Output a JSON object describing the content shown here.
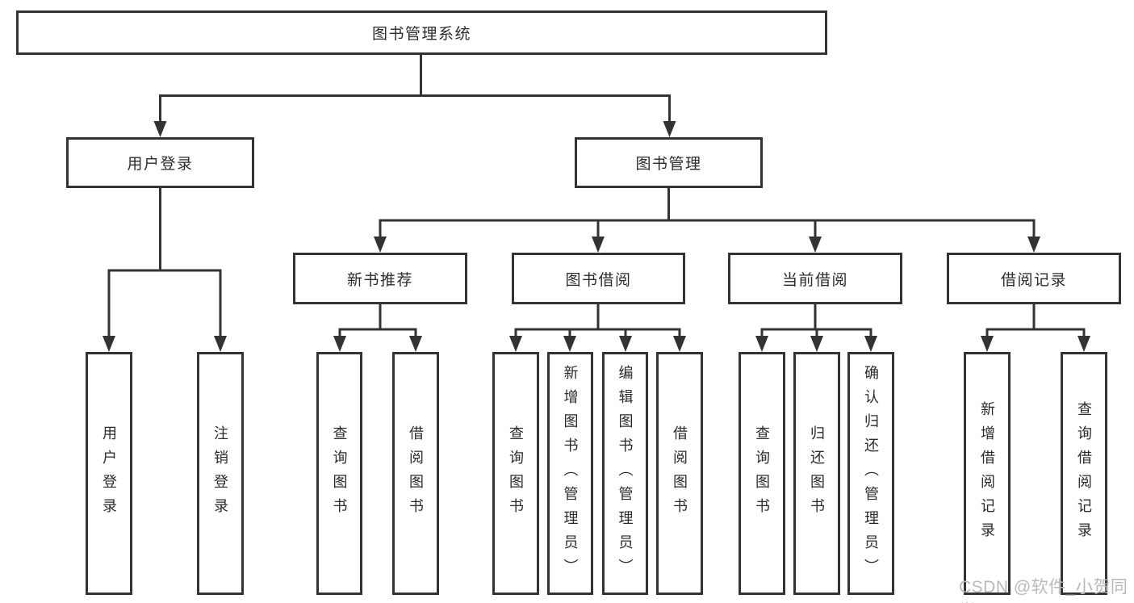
{
  "diagram": {
    "root": {
      "label": "图书管理系统"
    },
    "level2": [
      {
        "label": "用户登录"
      },
      {
        "label": "图书管理"
      }
    ],
    "level3": [
      {
        "label": "新书推荐",
        "parent": "图书管理"
      },
      {
        "label": "图书借阅",
        "parent": "图书管理"
      },
      {
        "label": "当前借阅",
        "parent": "图书管理"
      },
      {
        "label": "借阅记录",
        "parent": "图书管理"
      }
    ],
    "level4": [
      {
        "label": "用户登录",
        "parent": "用户登录"
      },
      {
        "label": "注销登录",
        "parent": "用户登录"
      },
      {
        "label": "查询图书",
        "parent": "新书推荐"
      },
      {
        "label": "借阅图书",
        "parent": "新书推荐"
      },
      {
        "label": "查询图书",
        "parent": "图书借阅"
      },
      {
        "label": "新增图书（管理员）",
        "parent": "图书借阅"
      },
      {
        "label": "编辑图书（管理员）",
        "parent": "图书借阅"
      },
      {
        "label": "借阅图书",
        "parent": "图书借阅"
      },
      {
        "label": "查询图书",
        "parent": "当前借阅"
      },
      {
        "label": "归还图书",
        "parent": "当前借阅"
      },
      {
        "label": "确认归还（管理员）",
        "parent": "当前借阅"
      },
      {
        "label": "新增借阅记录",
        "parent": "借阅记录"
      },
      {
        "label": "查询借阅记录",
        "parent": "借阅记录"
      }
    ]
  },
  "watermark": {
    "text": "CSDN @软件_小贺同学"
  },
  "colors": {
    "line": "#333333",
    "text": "#2b2b2b",
    "watermark": "#b9b9b9",
    "background": "#ffffff"
  }
}
